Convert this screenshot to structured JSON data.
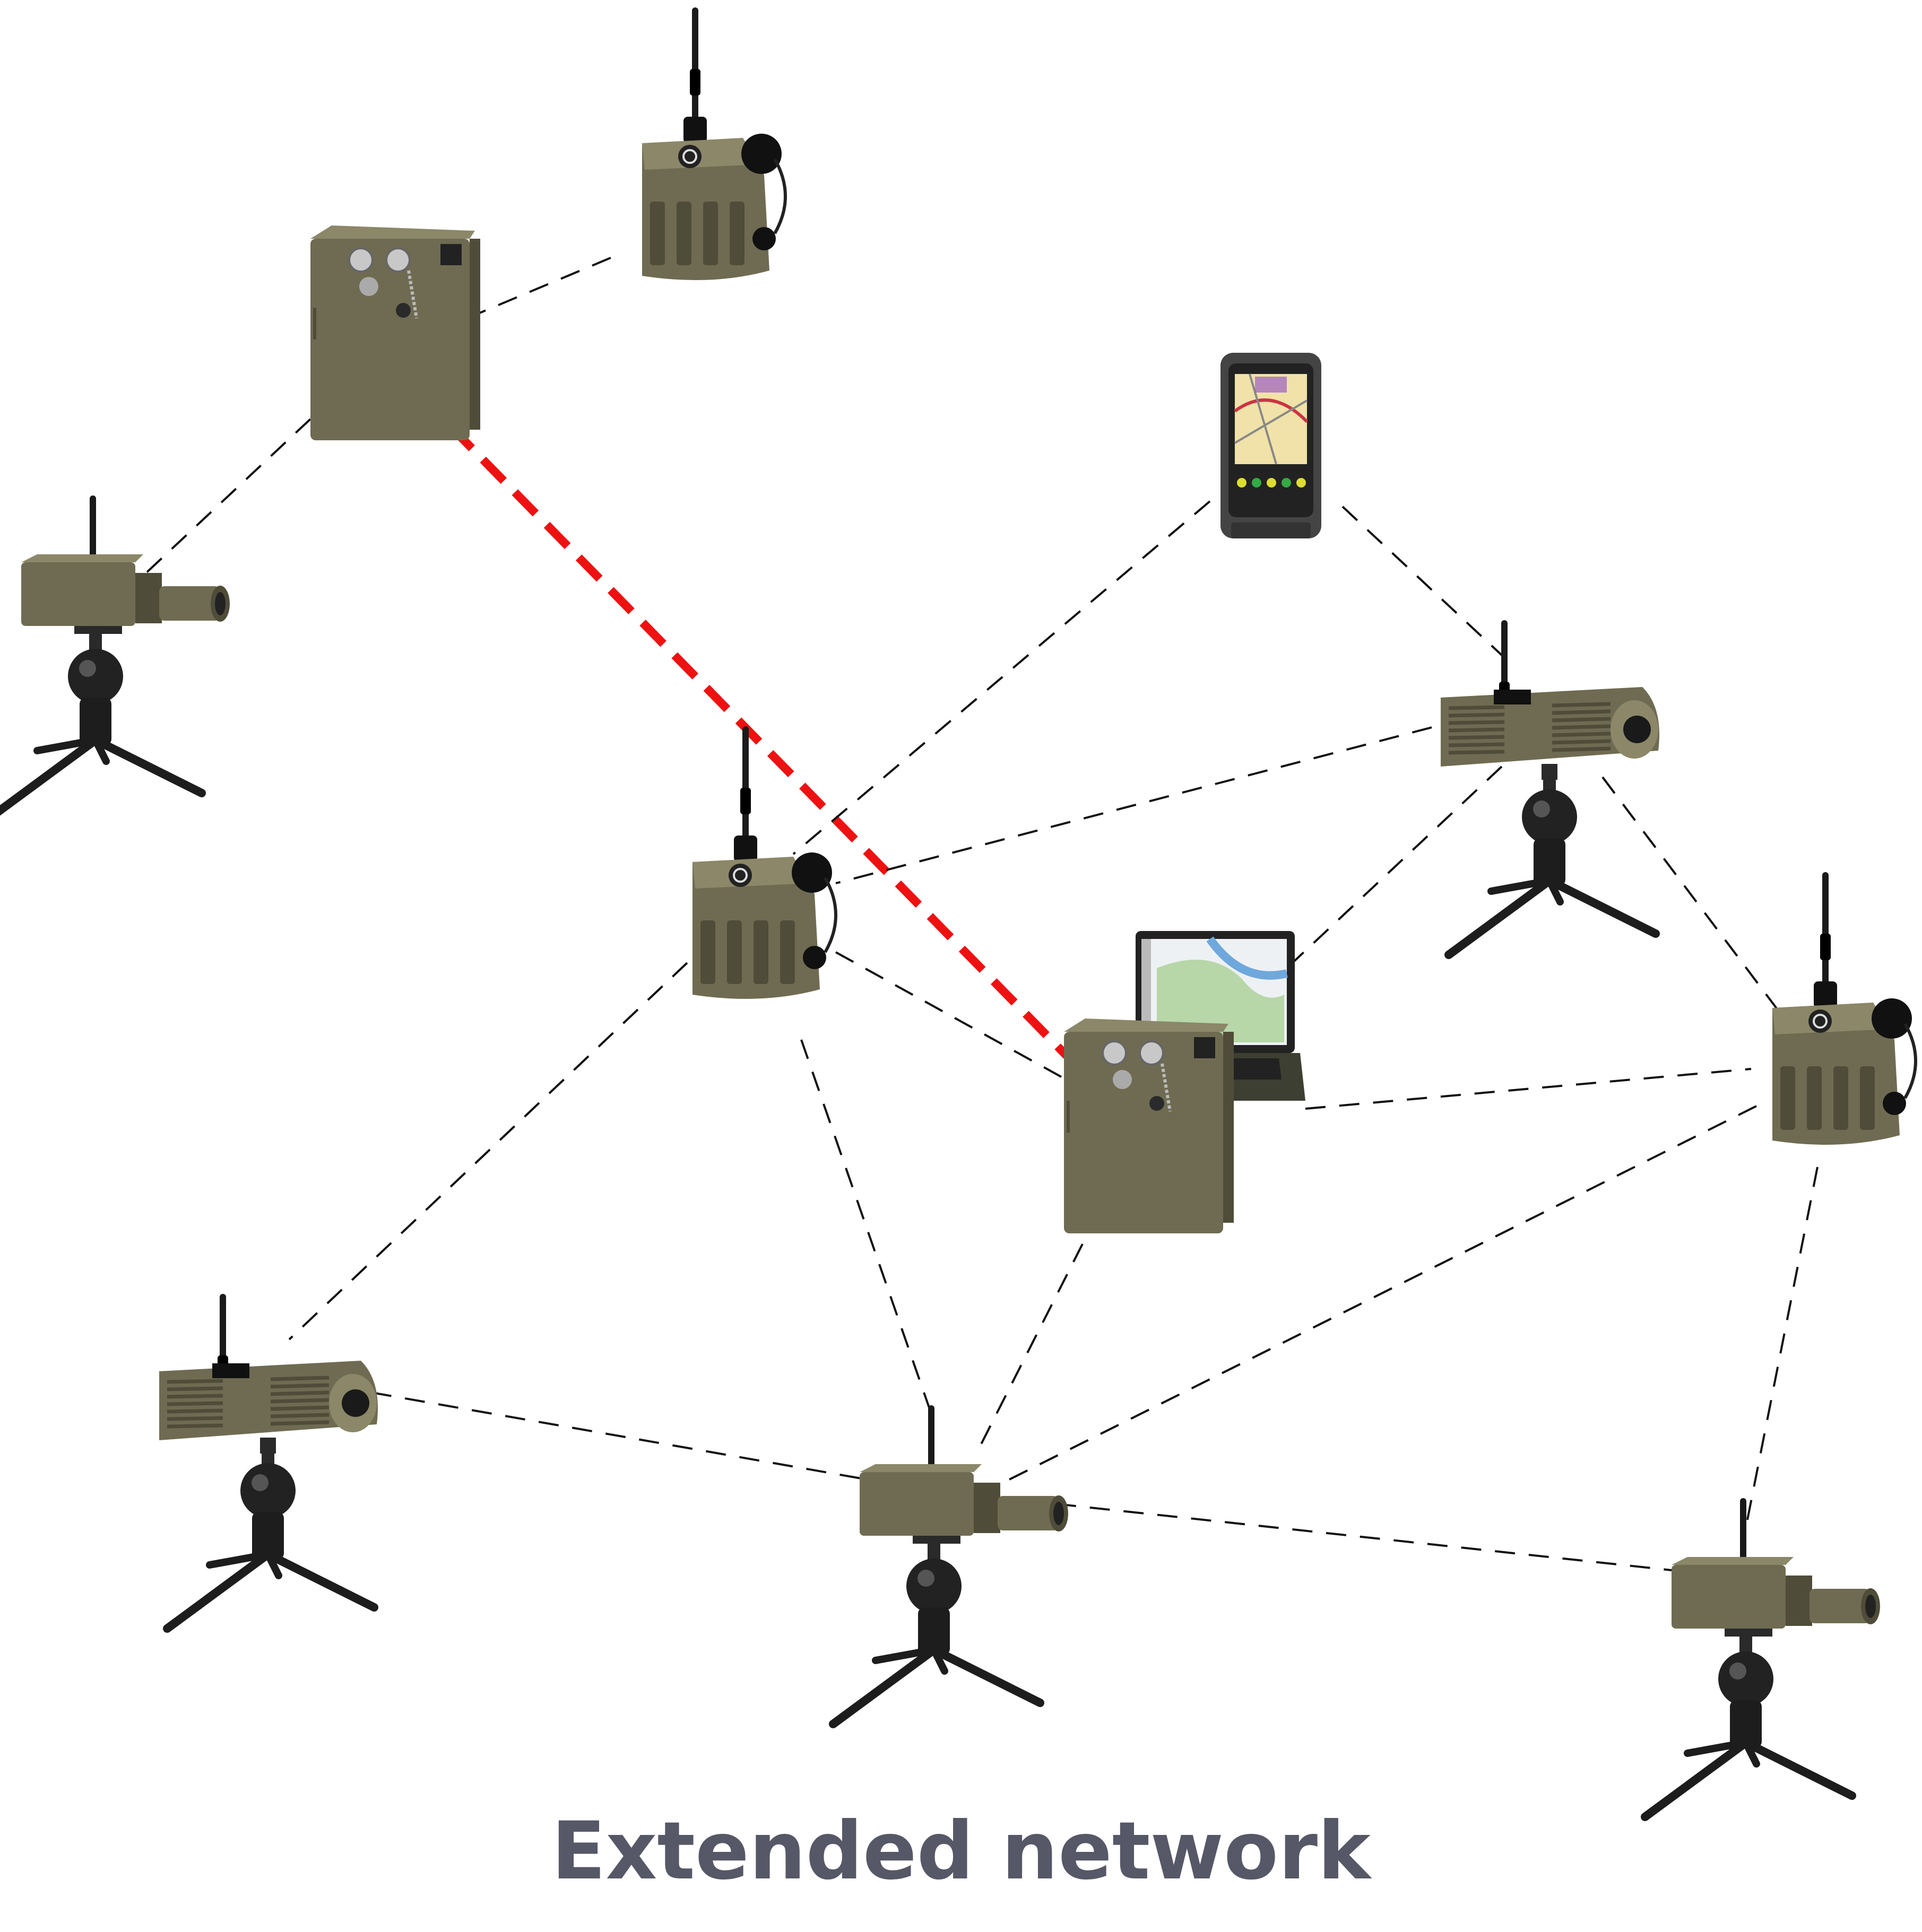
{
  "caption": "Extended network",
  "colors": {
    "caption": "#565767",
    "link": "#111111",
    "extended_link": "#ee1111",
    "olive": "#6f6b52",
    "olive_dark": "#4f4c39",
    "olive_light": "#8b8768",
    "black": "#1a1a1a"
  },
  "nodes": [
    {
      "id": "relay-top-left",
      "kind": "relay-box"
    },
    {
      "id": "radio-top",
      "kind": "radio"
    },
    {
      "id": "camera-left",
      "kind": "camera"
    },
    {
      "id": "tablet",
      "kind": "tablet"
    },
    {
      "id": "thermal-right",
      "kind": "thermal"
    },
    {
      "id": "radio-center",
      "kind": "radio"
    },
    {
      "id": "laptop",
      "kind": "laptop"
    },
    {
      "id": "relay-center",
      "kind": "relay-box"
    },
    {
      "id": "radio-right",
      "kind": "radio"
    },
    {
      "id": "thermal-left",
      "kind": "thermal"
    },
    {
      "id": "camera-bottom",
      "kind": "camera"
    },
    {
      "id": "camera-bottom-right",
      "kind": "camera"
    }
  ],
  "links": [
    {
      "from": "relay-top-left",
      "to": "radio-top",
      "extended": false
    },
    {
      "from": "relay-top-left",
      "to": "camera-left",
      "extended": false
    },
    {
      "from": "relay-top-left",
      "to": "relay-center",
      "extended": true
    },
    {
      "from": "tablet",
      "to": "radio-center",
      "extended": false
    },
    {
      "from": "tablet",
      "to": "thermal-right",
      "extended": false
    },
    {
      "from": "thermal-right",
      "to": "radio-center",
      "extended": false
    },
    {
      "from": "thermal-right",
      "to": "laptop",
      "extended": false
    },
    {
      "from": "thermal-right",
      "to": "radio-right",
      "extended": false
    },
    {
      "from": "radio-center",
      "to": "relay-center",
      "extended": false
    },
    {
      "from": "radio-center",
      "to": "thermal-left",
      "extended": false
    },
    {
      "from": "radio-center",
      "to": "camera-bottom",
      "extended": false
    },
    {
      "from": "laptop",
      "to": "radio-right",
      "extended": false
    },
    {
      "from": "relay-center",
      "to": "camera-bottom",
      "extended": false
    },
    {
      "from": "radio-right",
      "to": "camera-bottom",
      "extended": false
    },
    {
      "from": "radio-right",
      "to": "camera-bottom-right",
      "extended": false
    },
    {
      "from": "thermal-left",
      "to": "camera-bottom",
      "extended": false
    },
    {
      "from": "camera-bottom",
      "to": "camera-bottom-right",
      "extended": false
    }
  ]
}
